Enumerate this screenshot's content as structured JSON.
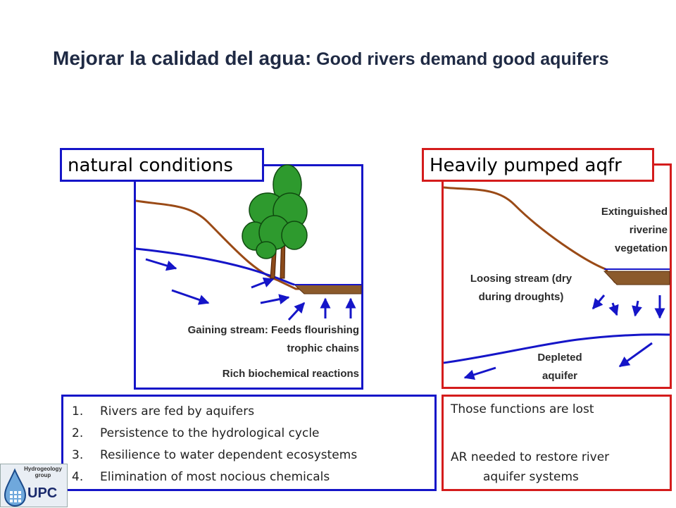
{
  "title": {
    "part1": "Mejorar la calidad del agua:",
    "part2": " Good rivers demand good aquifers"
  },
  "left_panel": {
    "label": "natural conditions",
    "gaining_line1": "Gaining stream: Feeds flourishing",
    "gaining_line2": "trophic chains",
    "rich": "Rich biochemical reactions"
  },
  "right_panel": {
    "label": "Heavily pumped aqfr",
    "extinguished_line1": "Extinguished",
    "extinguished_line2": "riverine",
    "extinguished_line3": "vegetation",
    "loosing_line1": "Loosing stream (dry",
    "loosing_line2": "during droughts)",
    "depleted_line1": "Depleted",
    "depleted_line2": "aquifer"
  },
  "list": {
    "items": [
      {
        "num": "1.",
        "text": "Rivers are fed by aquifers"
      },
      {
        "num": "2.",
        "text": "Persistence to the hydrological cycle"
      },
      {
        "num": "3.",
        "text": "Resilience to water dependent ecosystems"
      },
      {
        "num": "4.",
        "text": "Elimination of most nocious chemicals"
      }
    ]
  },
  "right_box": {
    "line1": "Those functions are lost",
    "line2a": "AR needed to restore river",
    "line2b": "aquifer systems"
  },
  "logo": {
    "top_line1": "Hydrogeology",
    "top_line2": "group",
    "name": "UPC"
  },
  "colors": {
    "blue": "#1515c8",
    "red": "#d41c1c",
    "ground": "#9a4a16",
    "tree_green": "#2e9a2e"
  }
}
